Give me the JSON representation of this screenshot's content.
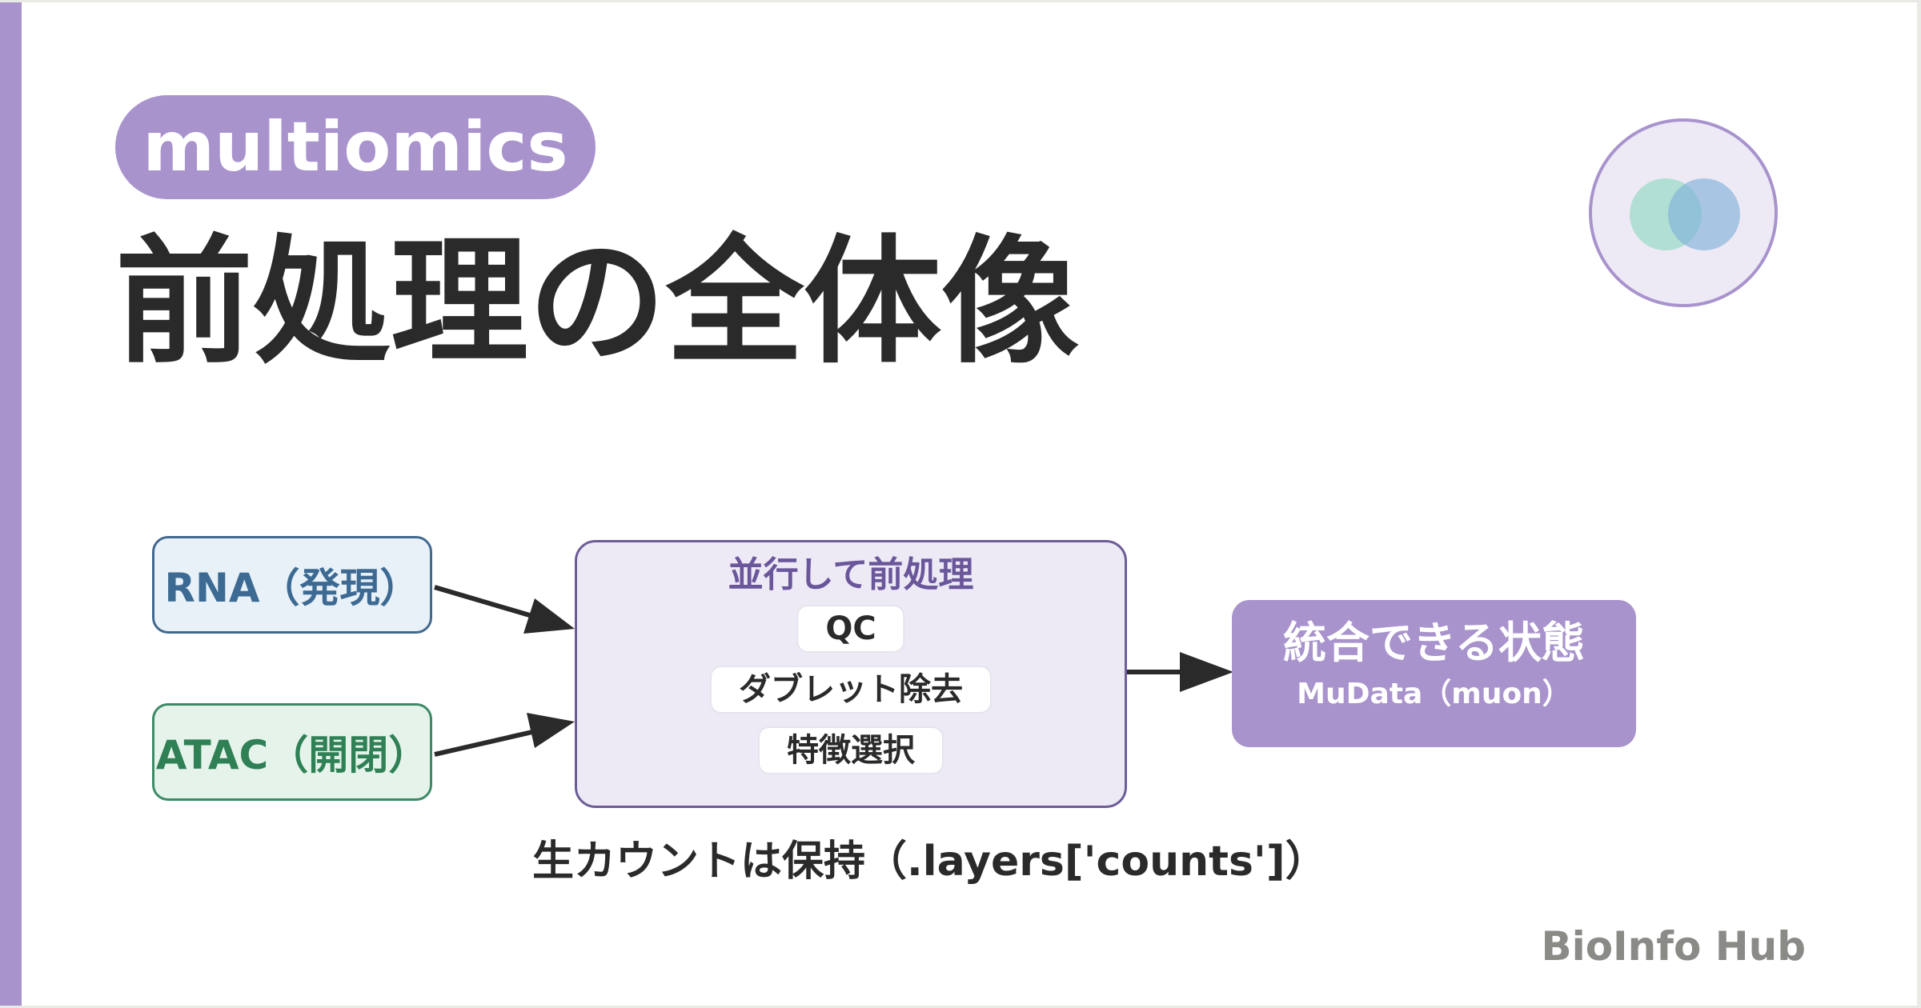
{
  "tag": "multiomics",
  "title": "前処理の全体像",
  "logo": {
    "icon": "overlapping-circles-icon",
    "colors": [
      "#8cd8be",
      "#7eb0d8"
    ]
  },
  "inputs": {
    "rna": "RNA（発現）",
    "atac": "ATAC（開閉）"
  },
  "process": {
    "title": "並行して前処理",
    "steps": [
      "QC",
      "ダブレット除去",
      "特徴選択"
    ]
  },
  "output": {
    "title": "統合できる状態",
    "subtitle": "MuData（muon）"
  },
  "note": "生カウントは保持（.layers['counts']）",
  "brand": "BioInfo Hub",
  "colors": {
    "accent": "#a893cc",
    "rna": "#3c6a92",
    "atac": "#2f8055",
    "process_border": "#6e5c96",
    "text": "#2a2a2a"
  }
}
